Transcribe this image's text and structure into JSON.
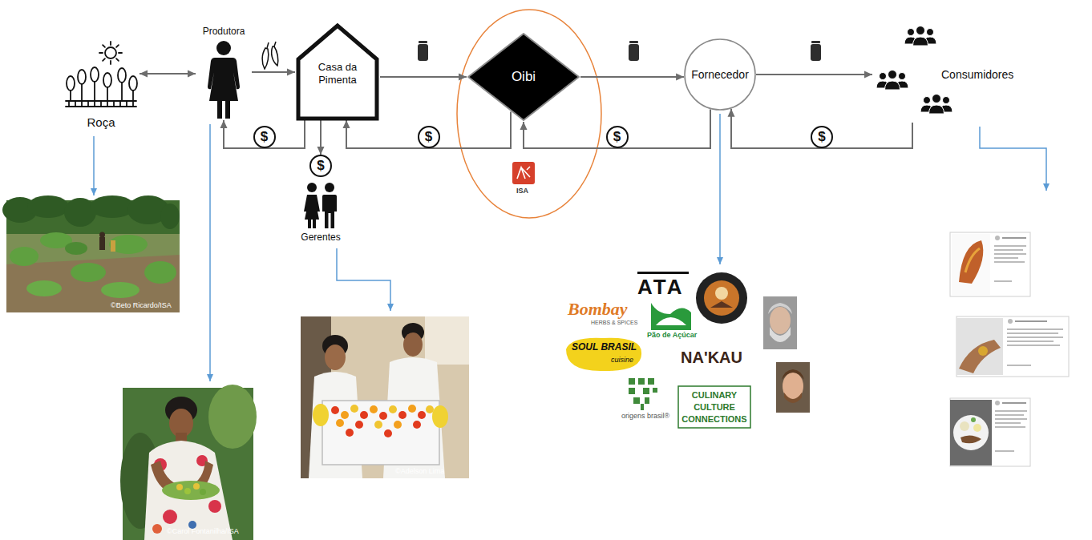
{
  "diagram": {
    "nodes": [
      {
        "text": [
          "Roça"
        ]
      },
      {
        "text": [
          "Produtora"
        ]
      },
      {
        "text": [
          "Casa da Pimenta"
        ]
      },
      {
        "text": [
          "Oibi"
        ]
      },
      {
        "text": [
          "Fornecedor"
        ]
      },
      {
        "text": [
          "Consumidores"
        ]
      },
      {
        "text": [
          "$",
          "Gerentes"
        ]
      }
    ],
    "edges": [
      {
        "from": 0,
        "to": 1,
        "arrow": "both"
      },
      {
        "from": 1,
        "to": 2,
        "arrow": "to"
      },
      {
        "from": 2,
        "to": 3,
        "arrow": "to"
      },
      {
        "from": 3,
        "to": 4,
        "arrow": "to"
      },
      {
        "from": 4,
        "to": 5,
        "arrow": "to"
      },
      {
        "from": 2,
        "to": 1,
        "label": "$",
        "arrow": "to"
      },
      {
        "from": 3,
        "to": 2,
        "label": "$",
        "arrow": "to"
      },
      {
        "from": 4,
        "to": 3,
        "label": "$",
        "arrow": "to"
      },
      {
        "from": 5,
        "to": 4,
        "label": "$",
        "arrow": "to"
      },
      {
        "from": 2,
        "to": 6,
        "arrow": "to"
      }
    ],
    "labels": [
      "©Beto Ricardo/ISA",
      "©Carol Fontanilha/ISA",
      "©Adelson Lima",
      "ISA",
      "ATA",
      "Bombay",
      "HERBS & SPICES",
      "Pão de Açúcar",
      "SOUL BRASIL",
      "cuisine",
      "NA'KAU",
      "origens brasil®",
      "CULINARY CULTURE CONNECTIONS"
    ]
  }
}
